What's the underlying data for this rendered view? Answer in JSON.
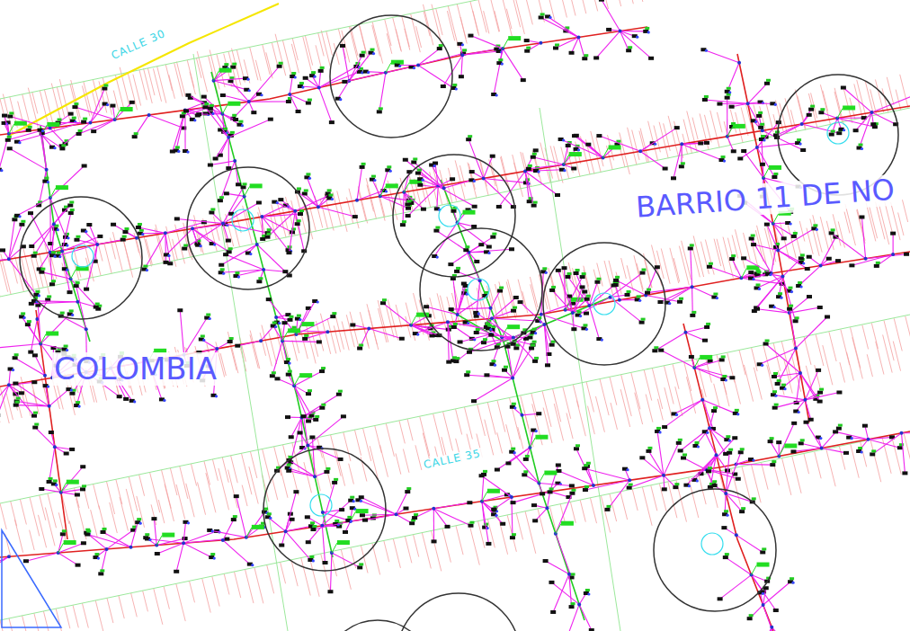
{
  "diagram": {
    "labels": [
      "CALLE 30",
      "BARRIO 11 DE NO",
      "COLOMBIA",
      "CALLE 35"
    ]
  }
}
